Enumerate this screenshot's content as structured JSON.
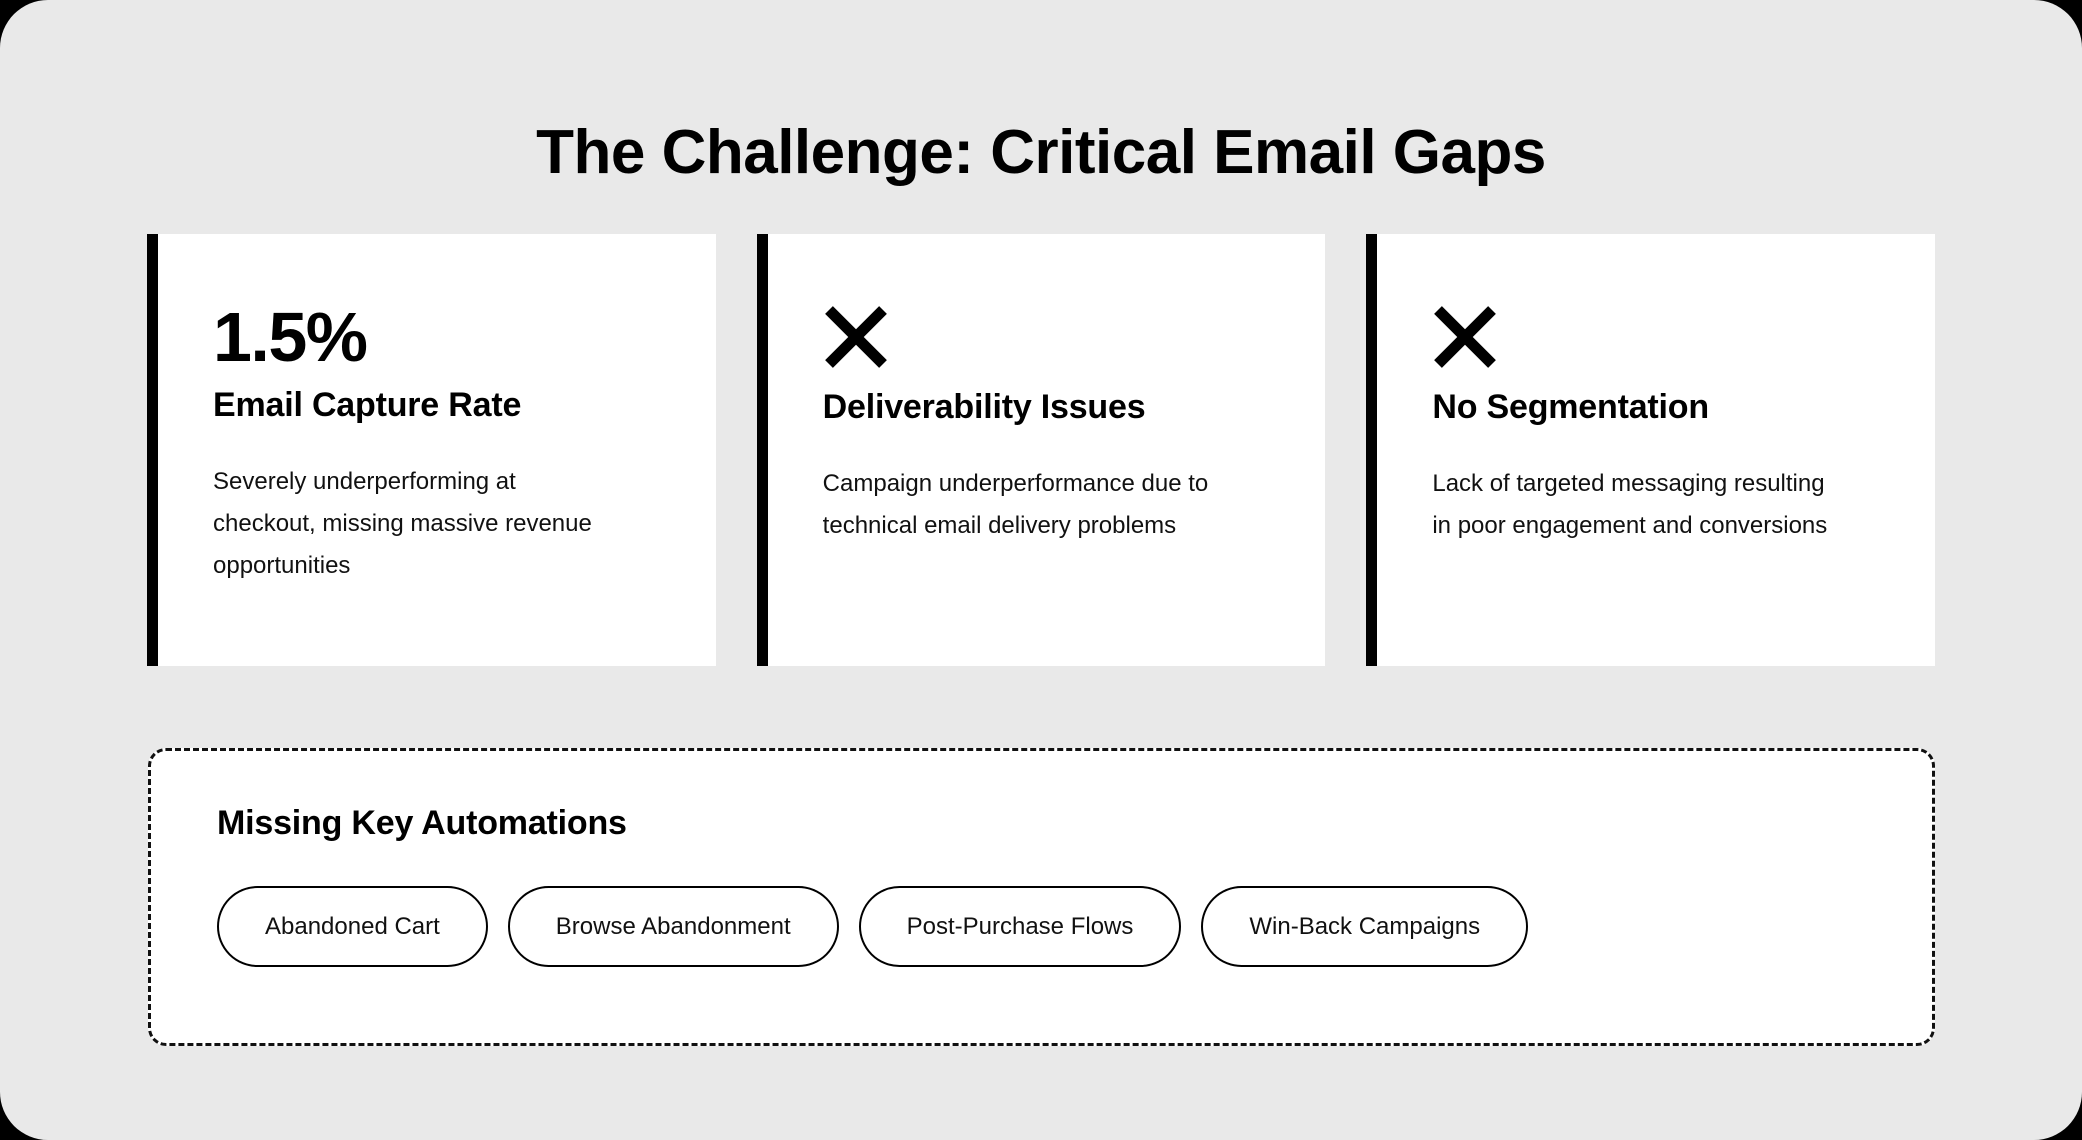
{
  "slide": {
    "title": "The Challenge: Critical Email Gaps",
    "background_color": "#e9e9e9",
    "accent_color": "#000000",
    "card_background": "#ffffff"
  },
  "cards": [
    {
      "variant": "metric",
      "metric": "1.5%",
      "icon": null,
      "heading": "Email Capture Rate",
      "body": "Severely underperforming at checkout, missing massive revenue opportunities"
    },
    {
      "variant": "icon",
      "metric": null,
      "icon": "x-mark-icon",
      "heading": "Deliverability Issues",
      "body": "Campaign underperformance due to technical email delivery problems"
    },
    {
      "variant": "icon",
      "metric": null,
      "icon": "x-mark-icon",
      "heading": "No Segmentation",
      "body": "Lack of targeted messaging resulting in poor engagement and conversions"
    }
  ],
  "automations": {
    "title": "Missing Key Automations",
    "pills": [
      {
        "label": "Abandoned Cart"
      },
      {
        "label": "Browse Abandonment"
      },
      {
        "label": "Post-Purchase Flows"
      },
      {
        "label": "Win-Back Campaigns"
      }
    ]
  }
}
